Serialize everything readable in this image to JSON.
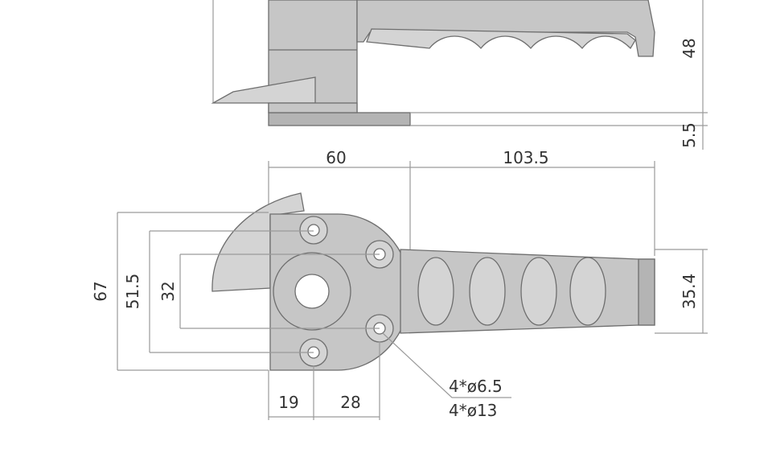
{
  "diagram": {
    "colors": {
      "part_fill": "#c6c6c6",
      "part_light": "#d4d4d4",
      "part_dark": "#b4b4b4",
      "outline": "#6e6e6e",
      "dimension_line": "#9a9a9a",
      "text": "#333333",
      "background": "#ffffff"
    },
    "dimensions": {
      "side_height": "48",
      "side_base": "5.5",
      "top_width_left": "60",
      "top_width_right": "103.5",
      "overall_height": "67",
      "hole_pitch_outer": "51.5",
      "hole_pitch_inner": "32",
      "handle_width": "35.4",
      "hole_offset_a": "19",
      "hole_offset_b": "28",
      "hole_small": "4*ø6.5",
      "hole_large": "4*ø13"
    }
  }
}
